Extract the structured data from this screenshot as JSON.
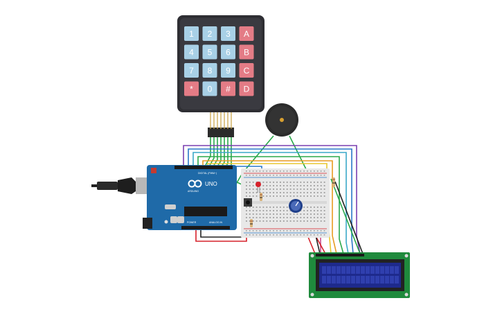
{
  "keypad": {
    "rows": [
      [
        {
          "k": "1",
          "t": "num"
        },
        {
          "k": "2",
          "t": "num"
        },
        {
          "k": "3",
          "t": "num"
        },
        {
          "k": "A",
          "t": "op"
        }
      ],
      [
        {
          "k": "4",
          "t": "num"
        },
        {
          "k": "5",
          "t": "num"
        },
        {
          "k": "6",
          "t": "num"
        },
        {
          "k": "B",
          "t": "op"
        }
      ],
      [
        {
          "k": "7",
          "t": "num"
        },
        {
          "k": "8",
          "t": "num"
        },
        {
          "k": "9",
          "t": "num"
        },
        {
          "k": "C",
          "t": "op"
        }
      ],
      [
        {
          "k": "*",
          "t": "op"
        },
        {
          "k": "0",
          "t": "num"
        },
        {
          "k": "#",
          "t": "op"
        },
        {
          "k": "D",
          "t": "op"
        }
      ]
    ]
  },
  "arduino": {
    "logo": "UNO",
    "brand": "ARDUINO",
    "digital_label": "DIGITAL (PWM~)",
    "power_label": "POWER",
    "analog_label": "ANALOG IN"
  },
  "colors": {
    "keypad_body": "#2e2e33",
    "key_num": "#a8d0e6",
    "key_op": "#e47c86",
    "arduino_board": "#1f6aa8",
    "breadboard": "#e8e8e8",
    "lcd_pcb": "#1f8a3c",
    "lcd_screen": "#1e2a8c",
    "wire_green": "#2aa84a",
    "wire_red": "#d6202a",
    "wire_purple": "#7a3fb0",
    "wire_blue": "#2a78c8",
    "wire_orange": "#e89a20",
    "wire_yellow": "#e8c830",
    "wire_black": "#222222",
    "wire_pink": "#c84a8a"
  }
}
